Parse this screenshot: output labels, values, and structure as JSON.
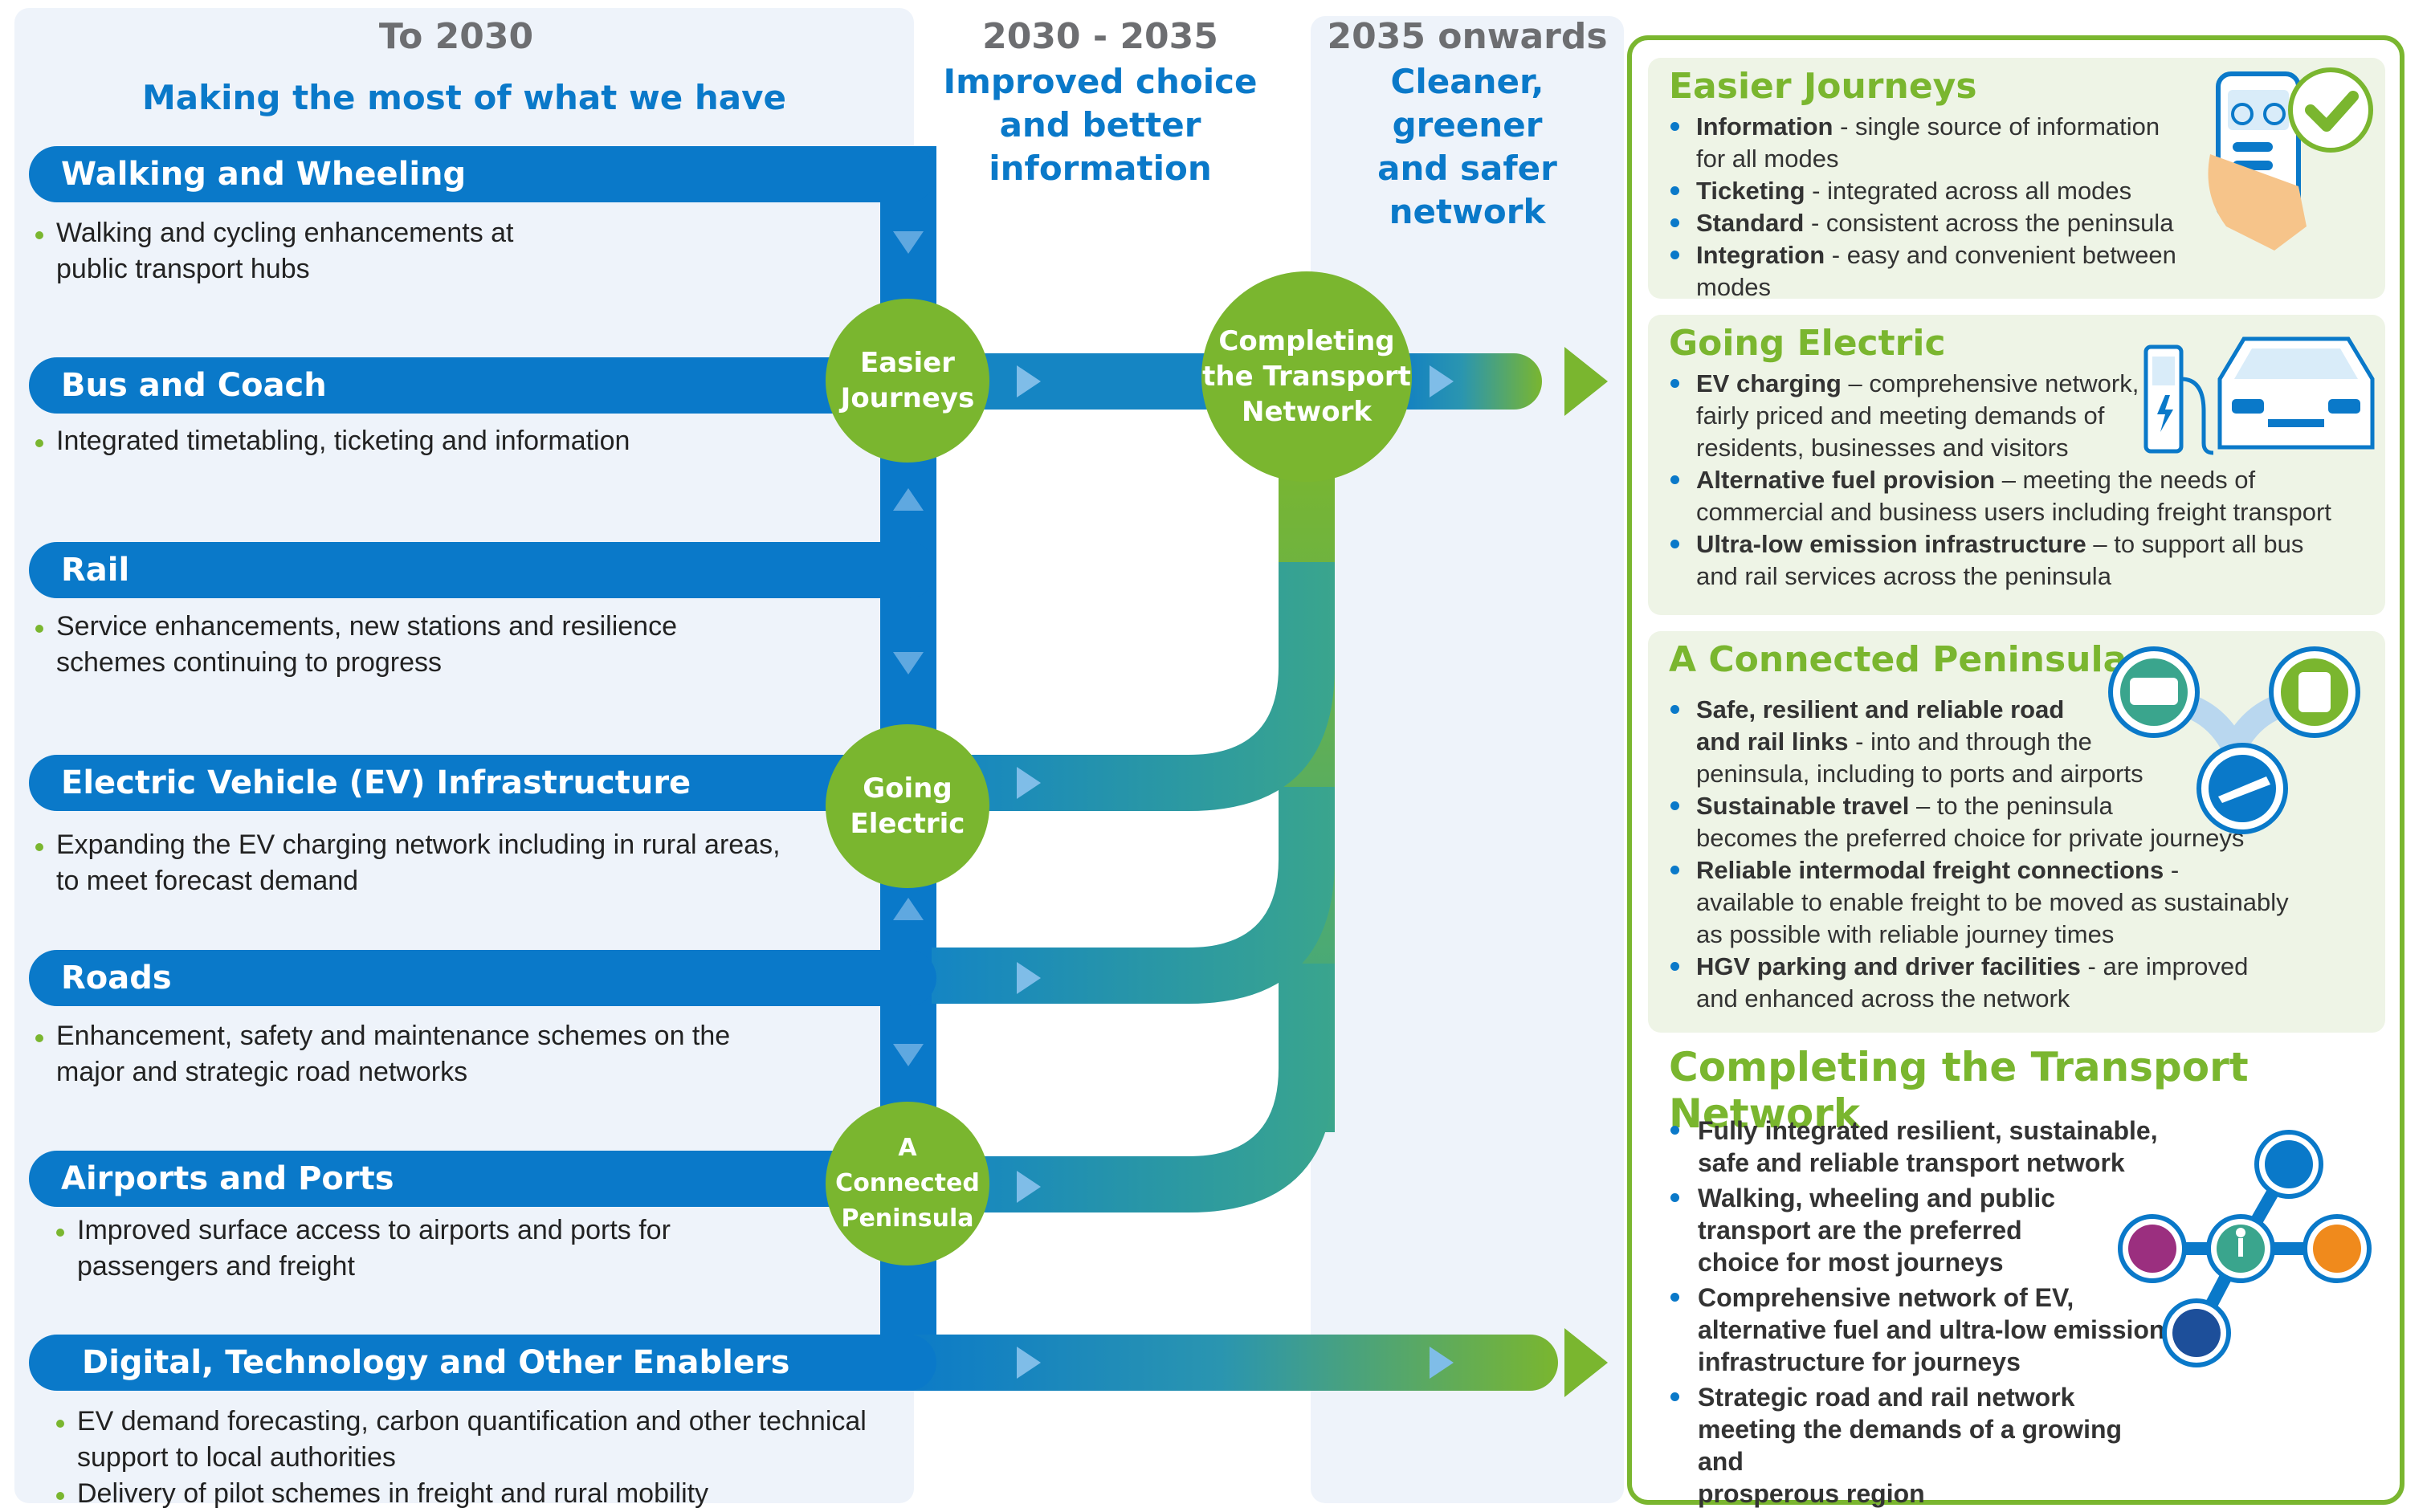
{
  "columns": {
    "col1": {
      "period": "To 2030",
      "theme": "Making the most of what we have"
    },
    "col2": {
      "period": "2030 - 2035",
      "theme_lines": [
        "Improved choice",
        "and better",
        "information"
      ]
    },
    "col3": {
      "period": "2035 onwards",
      "theme_lines": [
        "Cleaner, greener",
        "and safer",
        "network"
      ]
    }
  },
  "streams": [
    {
      "label": "Walking and Wheeling",
      "bullets": [
        "Walking and cycling enhancements at",
        "public transport hubs"
      ]
    },
    {
      "label": "Bus and Coach",
      "bullets": [
        "Integrated timetabling, ticketing and information"
      ]
    },
    {
      "label": "Rail",
      "bullets": [
        "Service enhancements, new stations and resilience",
        "schemes continuing to progress"
      ]
    },
    {
      "label": "Electric Vehicle (EV) Infrastructure",
      "bullets": [
        "Expanding the EV charging network including in rural areas,",
        "to meet forecast demand"
      ]
    },
    {
      "label": "Roads",
      "bullets": [
        "Enhancement, safety and maintenance schemes on the",
        "major and strategic road networks"
      ]
    },
    {
      "label": "Airports and Ports",
      "bullets": [
        "Improved surface access to airports and ports for",
        "passengers and freight"
      ]
    },
    {
      "label": "Digital, Technology and Other Enablers",
      "bullets": [
        "EV demand forecasting, carbon quantification  and other technical",
        "support to local authorities",
        "Delivery of pilot schemes in freight and rural mobility"
      ]
    }
  ],
  "hubs": {
    "easier": [
      "Easier",
      "Journeys"
    ],
    "electric": [
      "Going",
      "Electric"
    ],
    "connected": [
      "A",
      "Connected",
      "Peninsula"
    ],
    "completing": [
      "Completing",
      "the Transport",
      "Network"
    ]
  },
  "cards": {
    "easier": {
      "title": "Easier Journeys",
      "items": [
        {
          "bold": "Information",
          "rest": " - single source of information",
          "cont": "for all modes"
        },
        {
          "bold": "Ticketing",
          "rest": " - integrated across all modes",
          "cont": ""
        },
        {
          "bold": "Standard",
          "rest": " - consistent across the peninsula",
          "cont": ""
        },
        {
          "bold": "Integration",
          "rest": " - easy and convenient between modes",
          "cont": ""
        }
      ]
    },
    "electric": {
      "title": "Going Electric",
      "items": [
        {
          "bold": "EV charging",
          "rest": " – comprehensive network,",
          "cont1": "fairly priced and meeting demands of",
          "cont2": "residents, businesses and visitors"
        },
        {
          "bold": "Alternative fuel provision",
          "rest": " – meeting the needs of",
          "cont1": "commercial and business users including freight transport",
          "cont2": ""
        },
        {
          "bold": "Ultra-low emission infrastructure",
          "rest": " – to support all bus",
          "cont1": "and rail services across the peninsula",
          "cont2": ""
        }
      ]
    },
    "connected": {
      "title": "A Connected Peninsula",
      "items": [
        {
          "bold1": "Safe, resilient and reliable road",
          "bold2": "and rail links",
          "rest": " - into and through the",
          "cont": "peninsula, including to ports and airports"
        },
        {
          "bold": "Sustainable travel",
          "rest": " – to the peninsula",
          "cont": "becomes the preferred choice for private journeys"
        },
        {
          "bold": "Reliable intermodal freight connections",
          "rest": " -",
          "cont1": "available to enable freight to be moved as sustainably",
          "cont2": "as possible with reliable journey times"
        },
        {
          "bold": "HGV parking and driver facilities",
          "rest": " - are improved",
          "cont": "and enhanced across the network"
        }
      ]
    },
    "completing": {
      "title": "Completing the Transport Network",
      "items": [
        [
          "Fully integrated resilient, sustainable,",
          "safe and reliable transport network"
        ],
        [
          "Walking, wheeling and public",
          "transport are the preferred",
          "choice for most journeys"
        ],
        [
          "Comprehensive network of EV,",
          "alternative fuel and ultra-low emission",
          "infrastructure for journeys"
        ],
        [
          "Strategic road and rail network",
          "meeting the demands of a growing and",
          "prosperous region"
        ]
      ]
    }
  },
  "colors": {
    "blue": "#0a79c9",
    "green": "#7ab62f",
    "teal": "#3aa58d",
    "panel": "#eef3fa"
  },
  "icons": [
    "phone-bike-check-icon",
    "ev-charger-car-icon",
    "connected-modes-icon",
    "network-hub-icon"
  ]
}
